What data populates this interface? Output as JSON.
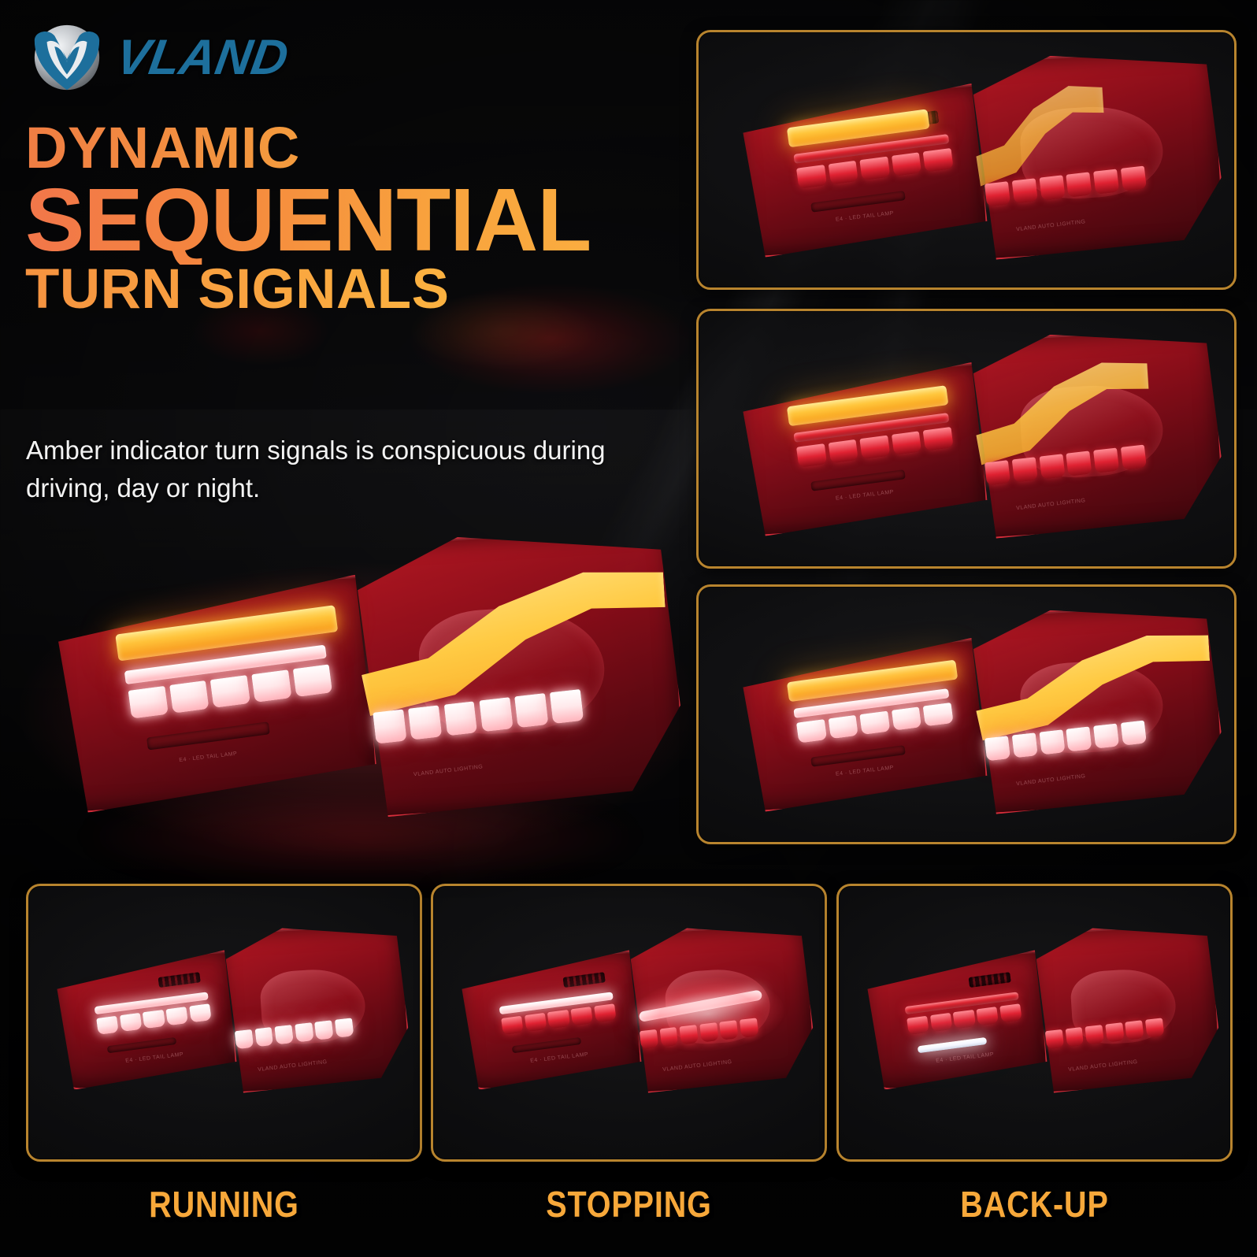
{
  "brand": {
    "logo_word": "VLAND",
    "logo_icon": "vland-wing-emblem",
    "logo_color": "#1d6f9c"
  },
  "headline": {
    "line1": "DYNAMIC",
    "line2": "SEQUENTIAL",
    "line3": "TURN SIGNALS",
    "gradient_from": "#f2764a",
    "gradient_to": "#fbb040"
  },
  "subcopy": {
    "text": "Amber indicator turn signals is conspicuous during driving, day or night."
  },
  "theme": {
    "frame_border": "#b8842e",
    "frame_border_dim": "#7a5a22",
    "background": "#0e0e0e",
    "amber_led": "#ffc43a",
    "red_led": "#e02232",
    "white_led": "#ffffff"
  },
  "hero": {
    "name": "tail-light-full-amber",
    "caption": "",
    "signal_state": "amber-full",
    "amber_stage": 3
  },
  "sequence_panels": [
    {
      "name": "sequential-stage-1",
      "signal_state": "amber-partial",
      "amber_stage": 1,
      "amber_left_width_pct": 30,
      "amber_right_extent_pct": 34
    },
    {
      "name": "sequential-stage-2",
      "signal_state": "amber-partial",
      "amber_stage": 2,
      "amber_left_width_pct": 34,
      "amber_right_extent_pct": 62
    },
    {
      "name": "sequential-stage-3",
      "signal_state": "amber-full",
      "amber_stage": 3,
      "amber_left_width_pct": 36,
      "amber_right_extent_pct": 100
    }
  ],
  "mode_panels": [
    {
      "name": "mode-running",
      "label": "RUNNING",
      "signal_state": "running",
      "lit": "tail-leds-white"
    },
    {
      "name": "mode-stopping",
      "label": "STOPPING",
      "signal_state": "stopping",
      "lit": "brake-bar-bright"
    },
    {
      "name": "mode-backup",
      "label": "BACK-UP",
      "signal_state": "backup",
      "lit": "reverse-lamp-white"
    }
  ]
}
